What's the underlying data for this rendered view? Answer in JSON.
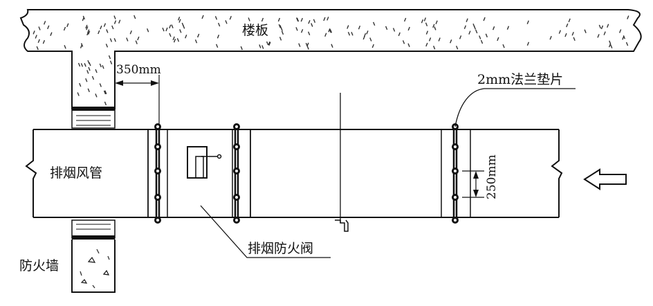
{
  "labels": {
    "floor_slab": "楼板",
    "duct": "排烟风管",
    "fire_wall": "防火墙",
    "smoke_damper": "排烟防火阀",
    "gasket": "2mm法兰垫片"
  },
  "dimensions": {
    "wall_offset": "350mm",
    "bolt_spacing": "250mm"
  },
  "icons": {
    "airflow_arrow": "arrow-left-outline-icon",
    "break_marks": "zigzag-break-icon"
  },
  "colors": {
    "line": "#111111",
    "background": "#ffffff"
  }
}
